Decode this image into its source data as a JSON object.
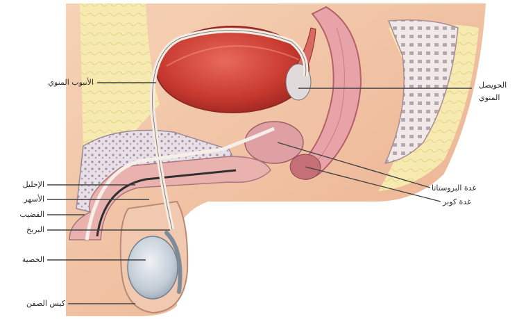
{
  "diagram": {
    "labels": {
      "vas_deferens_top": "الأنبوب المنوي",
      "seminal_vesicle_line1": "الحويصل",
      "seminal_vesicle_line2": "المنوي",
      "prostate": "غدة البروستاتا",
      "cowper": "غدة كوبر",
      "urethra": "الإحليل",
      "vas": "الأسهر",
      "penis": "القضيب",
      "epididymis": "البربخ",
      "testis": "الخصية",
      "scrotum": "كيس الصفن"
    },
    "colors": {
      "skin": "#f2c3a2",
      "bladder": "#d2483c",
      "fat": "#f5e9a8",
      "bone": "#e4dde2",
      "tissue_pink": "#e9a9ad",
      "testis": "#c9d3dc",
      "duct": "#f1e9e2",
      "leader": "#404040"
    }
  }
}
